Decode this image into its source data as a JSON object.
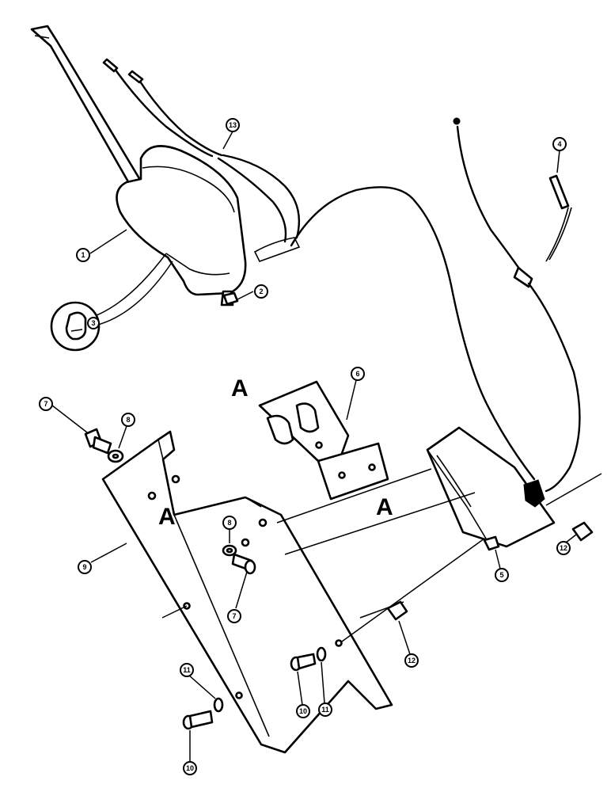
{
  "callouts": {
    "c1": "1",
    "c2": "2",
    "c3": "3",
    "c4": "4",
    "c5": "5",
    "c6": "6",
    "c7a": "7",
    "c7b": "7",
    "c8a": "8",
    "c8b": "8",
    "c9": "9",
    "c10a": "10",
    "c10b": "10",
    "c11a": "11",
    "c11b": "11",
    "c12a": "12",
    "c12b": "12",
    "c13": "13"
  },
  "section_marks": {
    "a1": "A",
    "a2": "A",
    "a3": "A"
  }
}
